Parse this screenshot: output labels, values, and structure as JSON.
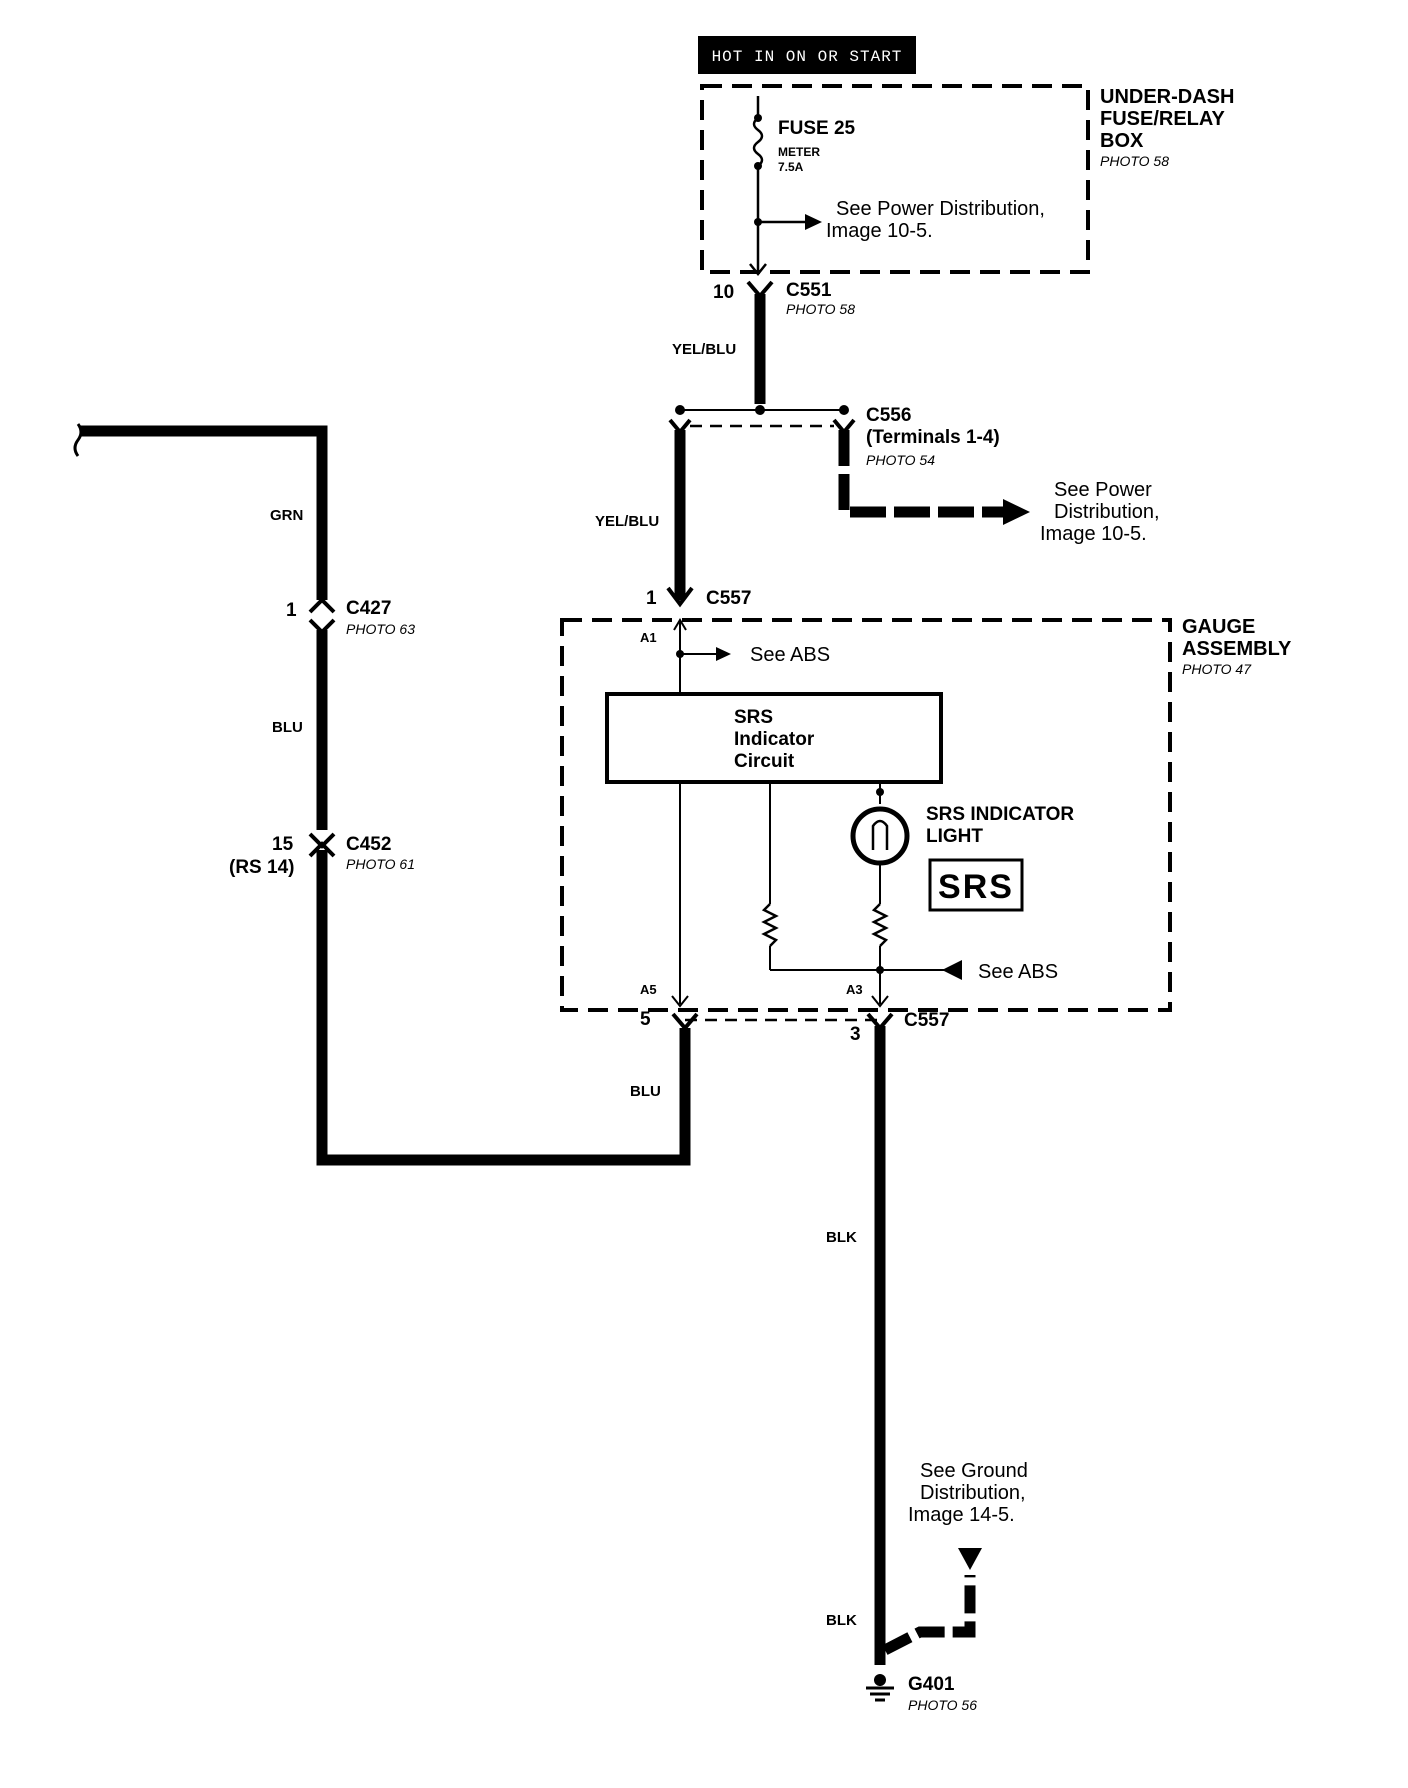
{
  "header": {
    "hot_label": "HOT IN ON OR START"
  },
  "fuse_box": {
    "title_line1": "UNDER-DASH",
    "title_line2": "FUSE/RELAY",
    "title_line3": "BOX",
    "photo": "PHOTO 58",
    "fuse_name": "FUSE 25",
    "fuse_circuit": "METER",
    "fuse_rating": "7.5A",
    "see_power_line1": "See Power Distribution,",
    "see_power_line2": "Image 10-5."
  },
  "c551": {
    "pin": "10",
    "name": "C551",
    "photo": "PHOTO 58"
  },
  "c556": {
    "name": "C556",
    "terminals": "(Terminals 1-4)",
    "photo": "PHOTO 54",
    "see_line1": "See Power",
    "see_line2": "Distribution,",
    "see_line3": "Image 10-5."
  },
  "wires": {
    "yel_blu_top": "YEL/BLU",
    "yel_blu_mid": "YEL/BLU",
    "grn": "GRN",
    "blu_left": "BLU",
    "blu_bottom": "BLU",
    "blk_upper": "BLK",
    "blk_lower": "BLK"
  },
  "c427": {
    "pin": "1",
    "name": "C427",
    "photo": "PHOTO 63"
  },
  "c452": {
    "pin": "15",
    "pin_alt": "(RS 14)",
    "name": "C452",
    "photo": "PHOTO 61"
  },
  "c557_top": {
    "pin": "1",
    "name": "C557"
  },
  "gauge": {
    "title_line1": "GAUGE",
    "title_line2": "ASSEMBLY",
    "photo": "PHOTO 47",
    "pin_a1": "A1",
    "pin_a5": "A5",
    "pin_a3": "A3",
    "see_abs_top": "See ABS",
    "see_abs_bottom": "See ABS",
    "circuit_line1": "SRS",
    "circuit_line2": "Indicator",
    "circuit_line3": "Circuit",
    "light_line1": "SRS INDICATOR",
    "light_line2": "LIGHT",
    "badge": "SRS"
  },
  "c557_bottom": {
    "pin_left": "5",
    "pin_right": "3",
    "name": "C557"
  },
  "ground": {
    "see_line1": "See Ground",
    "see_line2": "Distribution,",
    "see_line3": "Image 14-5.",
    "name": "G401",
    "photo": "PHOTO 56"
  }
}
